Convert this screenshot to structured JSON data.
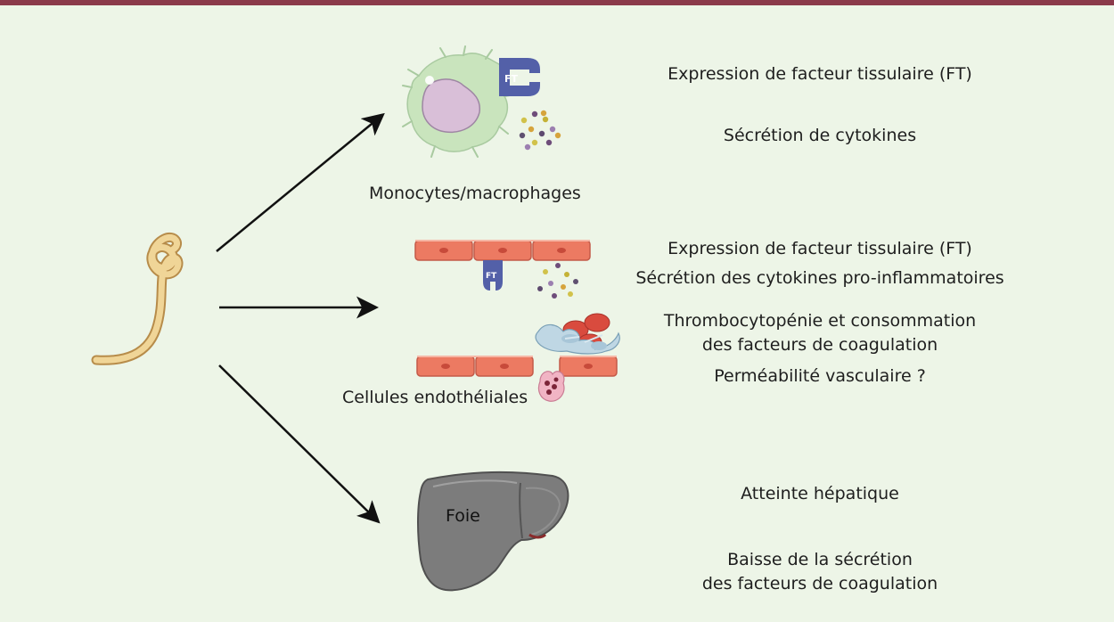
{
  "colors": {
    "top_bar": "#8b3a4a",
    "background": "#edf5e7",
    "arrow": "#111111",
    "virus": "#e8c57a",
    "macrophage": "#c9e4bd",
    "nucleus": "#d9bfd8",
    "endothelium": "#ec7a62",
    "tissue_factor": "#5360a8",
    "liver": "#7c7c7c"
  },
  "icons": [
    "ebola-virus-icon",
    "macrophage-icon",
    "endothelium-icon",
    "liver-icon",
    "tissue-factor-icon",
    "cytokines-icon",
    "platelet-clot-icon"
  ],
  "labels": {
    "monocytes": "Monocytes/macrophages",
    "endothelial": "Cellules endothéliales",
    "liver": "Foie",
    "tissue_factor": "FT"
  },
  "effects": {
    "monocytes": [
      "Expression de facteur tissulaire (FT)",
      "Sécrétion de cytokines"
    ],
    "endothelial": [
      "Expression de facteur tissulaire (FT)",
      "Sécrétion des cytokines pro-inflammatoires",
      "Thrombocytopénie et consommation",
      "des facteurs de coagulation",
      "Perméabilité vasculaire ?"
    ],
    "liver": [
      "Atteinte hépatique",
      "Baisse de la sécrétion",
      "des facteurs de coagulation"
    ]
  }
}
